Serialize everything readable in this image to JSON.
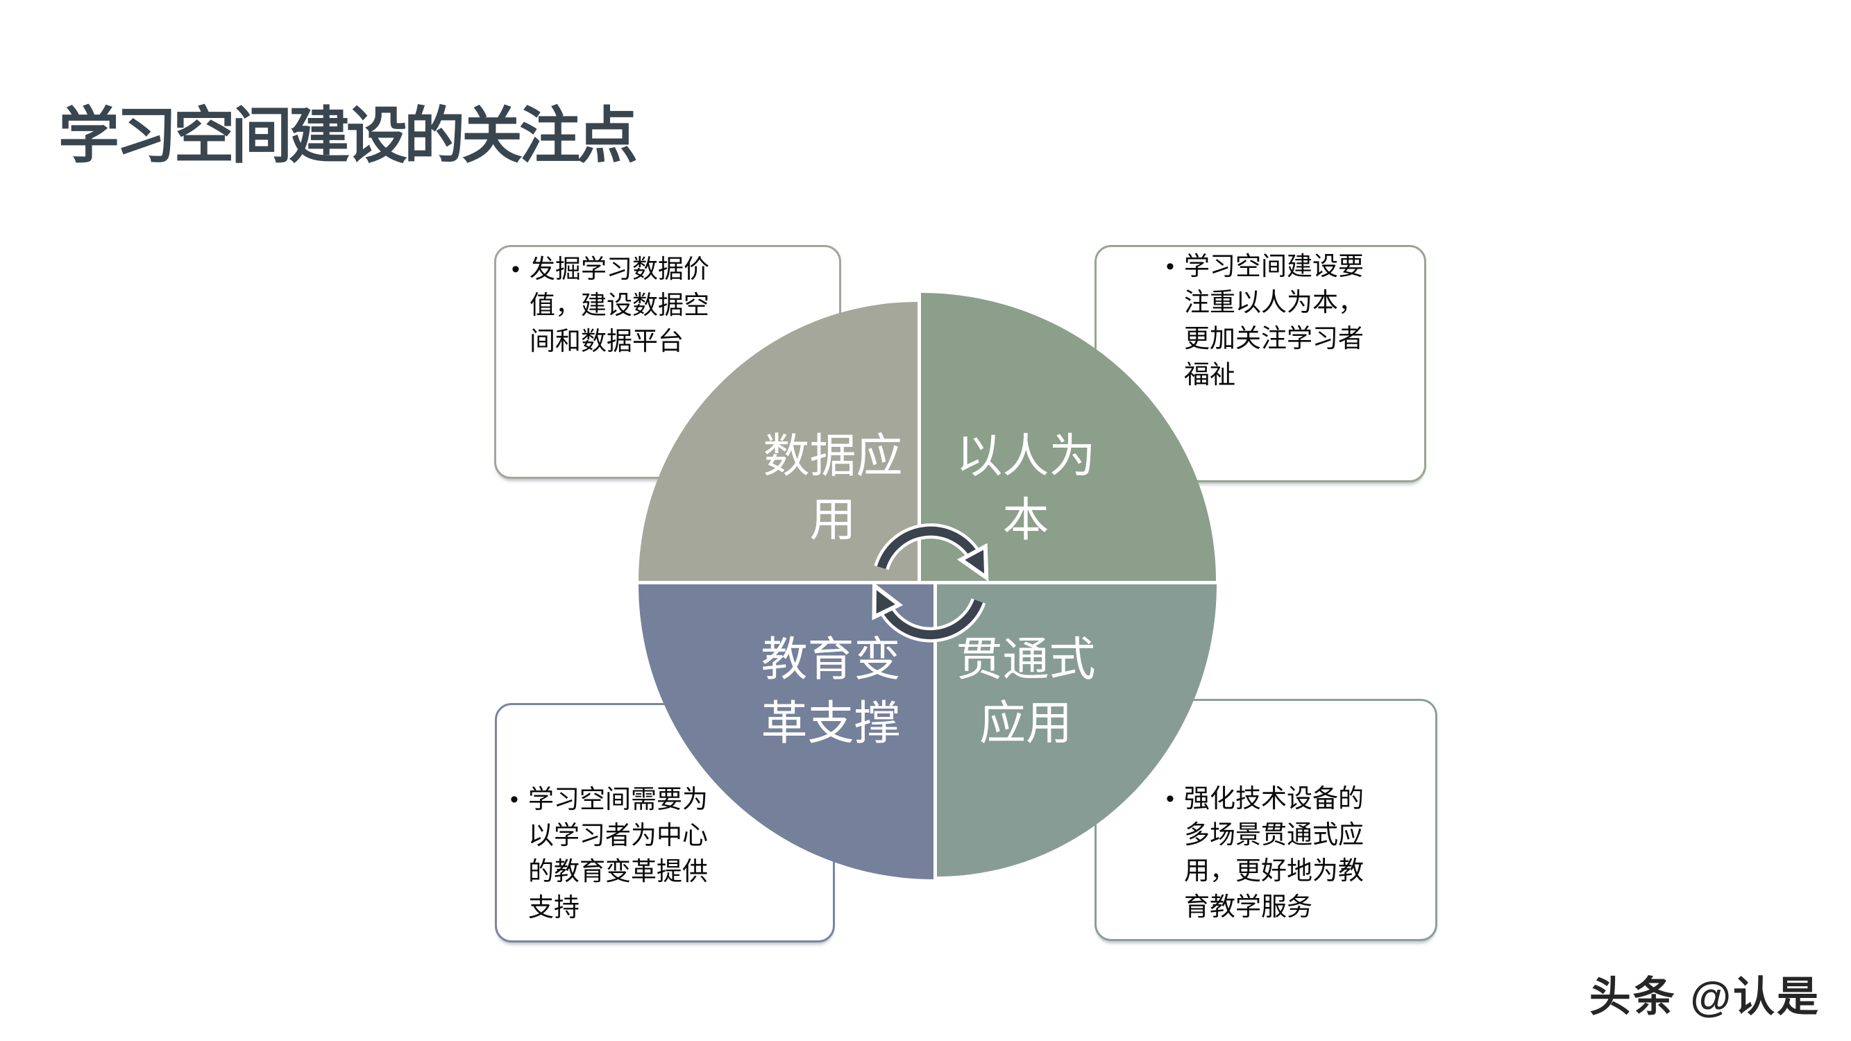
{
  "slide": {
    "title": "学习空间建设的关注点",
    "watermark": "头条 @认是"
  },
  "colors": {
    "background": "#ffffff",
    "title": "#39454f",
    "quadrant_tl": "#a6a79b",
    "quadrant_tr": "#8b9f8a",
    "quadrant_bl": "#75809a",
    "quadrant_br": "#879c94",
    "arrow": "#3a434e",
    "arrow_outline": "#ffffff",
    "divider_gap": "#ffffff",
    "box_border_tl": "#a3a59c",
    "box_border_tr": "#98a591",
    "box_border_bl": "#7a85a1",
    "box_border_br": "#89a099",
    "box_text": "#0b0b0b",
    "label_text": "#ffffff",
    "watermark_color": "#262626"
  },
  "quadrants": [
    {
      "id": "data-application",
      "label": "数据应\n用"
    },
    {
      "id": "people-oriented",
      "label": "以人为\n本"
    },
    {
      "id": "education-reform-support",
      "label": "教育变\n革支撑"
    },
    {
      "id": "integrated-application",
      "label": "贯通式\n应用"
    }
  ],
  "center_icon": "cycle-arrows",
  "boxes": [
    {
      "id": "top-left",
      "bullet": "•",
      "text": "发掘学习数据价\n值，建设数据空\n间和数据平台"
    },
    {
      "id": "top-right",
      "bullet": "•",
      "text": "学习空间建设要\n注重以人为本，\n更加关注学习者\n福祉"
    },
    {
      "id": "bottom-left",
      "bullet": "•",
      "text": "学习空间需要为\n以学习者为中心\n的教育变革提供\n支持"
    },
    {
      "id": "bottom-right",
      "bullet": "•",
      "text": "强化技术设备的\n多场景贯通式应\n用，更好地为教\n育教学服务"
    }
  ]
}
